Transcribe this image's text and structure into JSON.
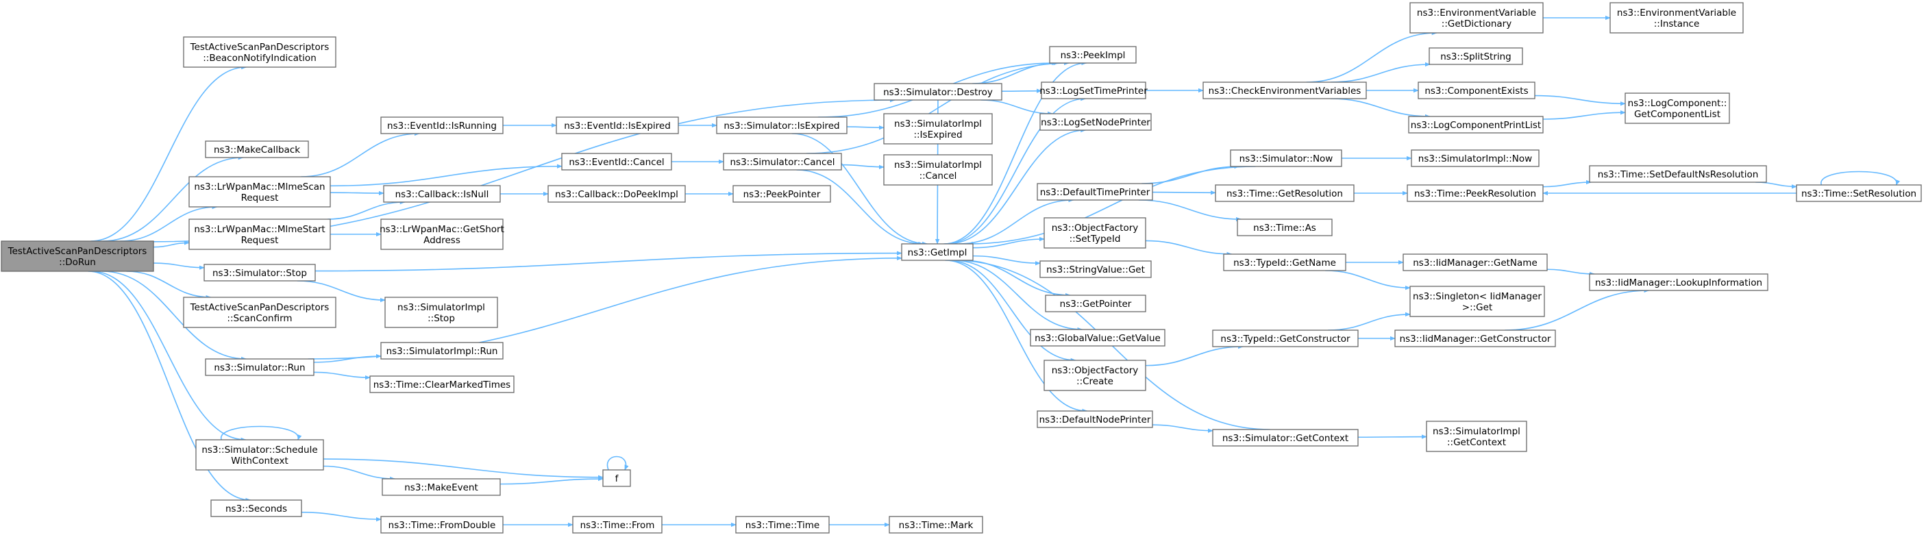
{
  "graph": {
    "nodes": [
      {
        "id": "root",
        "lines": [
          "TestActiveScanPanDescriptors",
          "::DoRun"
        ],
        "root": true
      },
      {
        "id": "beacon",
        "lines": [
          "TestActiveScanPanDescriptors",
          "::BeaconNotifyIndication"
        ]
      },
      {
        "id": "makecallback",
        "lines": [
          "ns3::MakeCallback"
        ]
      },
      {
        "id": "mlmescan",
        "lines": [
          "ns3::LrWpanMac::MlmeScan",
          "Request"
        ]
      },
      {
        "id": "mlmestart",
        "lines": [
          "ns3::LrWpanMac::MlmeStart",
          "Request"
        ]
      },
      {
        "id": "simstop",
        "lines": [
          "ns3::Simulator::Stop"
        ]
      },
      {
        "id": "scanconfirm",
        "lines": [
          "TestActiveScanPanDescriptors",
          "::ScanConfirm"
        ]
      },
      {
        "id": "simrun",
        "lines": [
          "ns3::Simulator::Run"
        ]
      },
      {
        "id": "schedulectx",
        "lines": [
          "ns3::Simulator::Schedule",
          "WithContext"
        ]
      },
      {
        "id": "seconds",
        "lines": [
          "ns3::Seconds"
        ]
      },
      {
        "id": "isrunning",
        "lines": [
          "ns3::EventId::IsRunning"
        ]
      },
      {
        "id": "isnull",
        "lines": [
          "ns3::Callback::IsNull"
        ]
      },
      {
        "id": "getshort",
        "lines": [
          "ns3::LrWpanMac::GetShort",
          "Address"
        ]
      },
      {
        "id": "implstop",
        "lines": [
          "ns3::SimulatorImpl",
          "::Stop"
        ]
      },
      {
        "id": "implrun",
        "lines": [
          "ns3::SimulatorImpl::Run"
        ]
      },
      {
        "id": "clearmarked",
        "lines": [
          "ns3::Time::ClearMarkedTimes"
        ]
      },
      {
        "id": "makeevent",
        "lines": [
          "ns3::MakeEvent"
        ]
      },
      {
        "id": "fromdouble",
        "lines": [
          "ns3::Time::FromDouble"
        ]
      },
      {
        "id": "isexpired",
        "lines": [
          "ns3::EventId::IsExpired"
        ]
      },
      {
        "id": "eventcancel",
        "lines": [
          "ns3::EventId::Cancel"
        ]
      },
      {
        "id": "dopeekimpl",
        "lines": [
          "ns3::Callback::DoPeekImpl"
        ]
      },
      {
        "id": "f",
        "lines": [
          "f"
        ]
      },
      {
        "id": "timefrom",
        "lines": [
          "ns3::Time::From"
        ]
      },
      {
        "id": "simisexpired",
        "lines": [
          "ns3::Simulator::IsExpired"
        ]
      },
      {
        "id": "simcancel",
        "lines": [
          "ns3::Simulator::Cancel"
        ]
      },
      {
        "id": "peekpointer",
        "lines": [
          "ns3::PeekPointer"
        ]
      },
      {
        "id": "timetime",
        "lines": [
          "ns3::Time::Time"
        ]
      },
      {
        "id": "simdestroy",
        "lines": [
          "ns3::Simulator::Destroy"
        ]
      },
      {
        "id": "implisexpired",
        "lines": [
          "ns3::SimulatorImpl",
          "::IsExpired"
        ]
      },
      {
        "id": "implcancel",
        "lines": [
          "ns3::SimulatorImpl",
          "::Cancel"
        ]
      },
      {
        "id": "getimpl",
        "lines": [
          "ns3::GetImpl"
        ]
      },
      {
        "id": "timemark",
        "lines": [
          "ns3::Time::Mark"
        ]
      },
      {
        "id": "peekimpl",
        "lines": [
          "ns3::PeekImpl"
        ]
      },
      {
        "id": "logsettime",
        "lines": [
          "ns3::LogSetTimePrinter"
        ]
      },
      {
        "id": "logsetnode",
        "lines": [
          "ns3::LogSetNodePrinter"
        ]
      },
      {
        "id": "defaulttime",
        "lines": [
          "ns3::DefaultTimePrinter"
        ]
      },
      {
        "id": "settypeid",
        "lines": [
          "ns3::ObjectFactory",
          "::SetTypeId"
        ]
      },
      {
        "id": "stringget",
        "lines": [
          "ns3::StringValue::Get"
        ]
      },
      {
        "id": "getpointer",
        "lines": [
          "ns3::GetPointer"
        ]
      },
      {
        "id": "globalget",
        "lines": [
          "ns3::GlobalValue::GetValue"
        ]
      },
      {
        "id": "ofcreate",
        "lines": [
          "ns3::ObjectFactory",
          "::Create"
        ]
      },
      {
        "id": "defaultnode",
        "lines": [
          "ns3::DefaultNodePrinter"
        ]
      },
      {
        "id": "checkenv",
        "lines": [
          "ns3::CheckEnvironmentVariables"
        ]
      },
      {
        "id": "simnow",
        "lines": [
          "ns3::Simulator::Now"
        ]
      },
      {
        "id": "getres",
        "lines": [
          "ns3::Time::GetResolution"
        ]
      },
      {
        "id": "timeas",
        "lines": [
          "ns3::Time::As"
        ]
      },
      {
        "id": "typegetname",
        "lines": [
          "ns3::TypeId::GetName"
        ]
      },
      {
        "id": "typegetctor",
        "lines": [
          "ns3::TypeId::GetConstructor"
        ]
      },
      {
        "id": "simgetctx",
        "lines": [
          "ns3::Simulator::GetContext"
        ]
      },
      {
        "id": "envgetdict",
        "lines": [
          "ns3::EnvironmentVariable",
          "::GetDictionary"
        ]
      },
      {
        "id": "splitstring",
        "lines": [
          "ns3::SplitString"
        ]
      },
      {
        "id": "compexists",
        "lines": [
          "ns3::ComponentExists"
        ]
      },
      {
        "id": "logcompprint",
        "lines": [
          "ns3::LogComponentPrintList"
        ]
      },
      {
        "id": "implnow",
        "lines": [
          "ns3::SimulatorImpl::Now"
        ]
      },
      {
        "id": "peekres",
        "lines": [
          "ns3::Time::PeekResolution"
        ]
      },
      {
        "id": "iidgetname",
        "lines": [
          "ns3::IidManager::GetName"
        ]
      },
      {
        "id": "singleton",
        "lines": [
          "ns3::Singleton< IidManager",
          " >::Get"
        ]
      },
      {
        "id": "iidgetctor",
        "lines": [
          "ns3::IidManager::GetConstructor"
        ]
      },
      {
        "id": "implgetctx",
        "lines": [
          "ns3::SimulatorImpl",
          "::GetContext"
        ]
      },
      {
        "id": "envinstance",
        "lines": [
          "ns3::EnvironmentVariable",
          "::Instance"
        ]
      },
      {
        "id": "logcompget",
        "lines": [
          "ns3::LogComponent::",
          "GetComponentList"
        ]
      },
      {
        "id": "setdefaultns",
        "lines": [
          "ns3::Time::SetDefaultNsResolution"
        ]
      },
      {
        "id": "iidlookup",
        "lines": [
          "ns3::IidManager::LookupInformation"
        ]
      },
      {
        "id": "setres",
        "lines": [
          "ns3::Time::SetResolution"
        ]
      }
    ],
    "edges": [
      [
        "root",
        "beacon"
      ],
      [
        "root",
        "makecallback"
      ],
      [
        "root",
        "mlmescan"
      ],
      [
        "root",
        "mlmestart"
      ],
      [
        "root",
        "simstop"
      ],
      [
        "root",
        "scanconfirm"
      ],
      [
        "root",
        "simrun"
      ],
      [
        "root",
        "schedulectx"
      ],
      [
        "root",
        "seconds"
      ],
      [
        "root",
        "simdestroy"
      ],
      [
        "mlmescan",
        "isrunning"
      ],
      [
        "mlmescan",
        "eventcancel"
      ],
      [
        "mlmescan",
        "isnull"
      ],
      [
        "mlmestart",
        "isnull"
      ],
      [
        "mlmestart",
        "getshort"
      ],
      [
        "simstop",
        "getimpl"
      ],
      [
        "simstop",
        "implstop"
      ],
      [
        "simrun",
        "implrun"
      ],
      [
        "simrun",
        "clearmarked"
      ],
      [
        "simrun",
        "getimpl"
      ],
      [
        "schedulectx",
        "schedulectx"
      ],
      [
        "schedulectx",
        "makeevent"
      ],
      [
        "schedulectx",
        "f"
      ],
      [
        "makeevent",
        "f"
      ],
      [
        "f",
        "f"
      ],
      [
        "seconds",
        "fromdouble"
      ],
      [
        "fromdouble",
        "timefrom"
      ],
      [
        "timefrom",
        "timetime"
      ],
      [
        "timetime",
        "timemark"
      ],
      [
        "isrunning",
        "isexpired"
      ],
      [
        "isexpired",
        "simisexpired"
      ],
      [
        "eventcancel",
        "simcancel"
      ],
      [
        "isnull",
        "dopeekimpl"
      ],
      [
        "dopeekimpl",
        "peekpointer"
      ],
      [
        "simisexpired",
        "peekimpl"
      ],
      [
        "simisexpired",
        "getimpl"
      ],
      [
        "simisexpired",
        "implisexpired"
      ],
      [
        "simcancel",
        "peekimpl"
      ],
      [
        "simcancel",
        "getimpl"
      ],
      [
        "simcancel",
        "implcancel"
      ],
      [
        "simdestroy",
        "peekimpl"
      ],
      [
        "simdestroy",
        "logsettime"
      ],
      [
        "simdestroy",
        "logsetnode"
      ],
      [
        "simdestroy",
        "getimpl"
      ],
      [
        "getimpl",
        "peekimpl"
      ],
      [
        "getimpl",
        "logsettime"
      ],
      [
        "getimpl",
        "logsetnode"
      ],
      [
        "getimpl",
        "defaulttime"
      ],
      [
        "getimpl",
        "settypeid"
      ],
      [
        "getimpl",
        "stringget"
      ],
      [
        "getimpl",
        "getpointer"
      ],
      [
        "getimpl",
        "globalget"
      ],
      [
        "getimpl",
        "ofcreate"
      ],
      [
        "getimpl",
        "defaultnode"
      ],
      [
        "logsettime",
        "checkenv"
      ],
      [
        "checkenv",
        "envgetdict"
      ],
      [
        "checkenv",
        "splitstring"
      ],
      [
        "checkenv",
        "compexists"
      ],
      [
        "checkenv",
        "logcompprint"
      ],
      [
        "envgetdict",
        "envinstance"
      ],
      [
        "compexists",
        "logcompget"
      ],
      [
        "logcompprint",
        "logcompget"
      ],
      [
        "defaulttime",
        "simnow"
      ],
      [
        "defaulttime",
        "getres"
      ],
      [
        "defaulttime",
        "timeas"
      ],
      [
        "simnow",
        "getimpl"
      ],
      [
        "simnow",
        "implnow"
      ],
      [
        "getres",
        "peekres"
      ],
      [
        "peekres",
        "setdefaultns"
      ],
      [
        "setdefaultns",
        "setres"
      ],
      [
        "setres",
        "peekres"
      ],
      [
        "setres",
        "setres"
      ],
      [
        "settypeid",
        "typegetname"
      ],
      [
        "typegetname",
        "iidgetname"
      ],
      [
        "typegetname",
        "singleton"
      ],
      [
        "iidgetname",
        "iidlookup"
      ],
      [
        "ofcreate",
        "typegetctor"
      ],
      [
        "typegetctor",
        "singleton"
      ],
      [
        "typegetctor",
        "iidgetctor"
      ],
      [
        "iidgetctor",
        "iidlookup"
      ],
      [
        "defaultnode",
        "simgetctx"
      ],
      [
        "simgetctx",
        "getimpl"
      ],
      [
        "simgetctx",
        "implgetctx"
      ]
    ]
  }
}
